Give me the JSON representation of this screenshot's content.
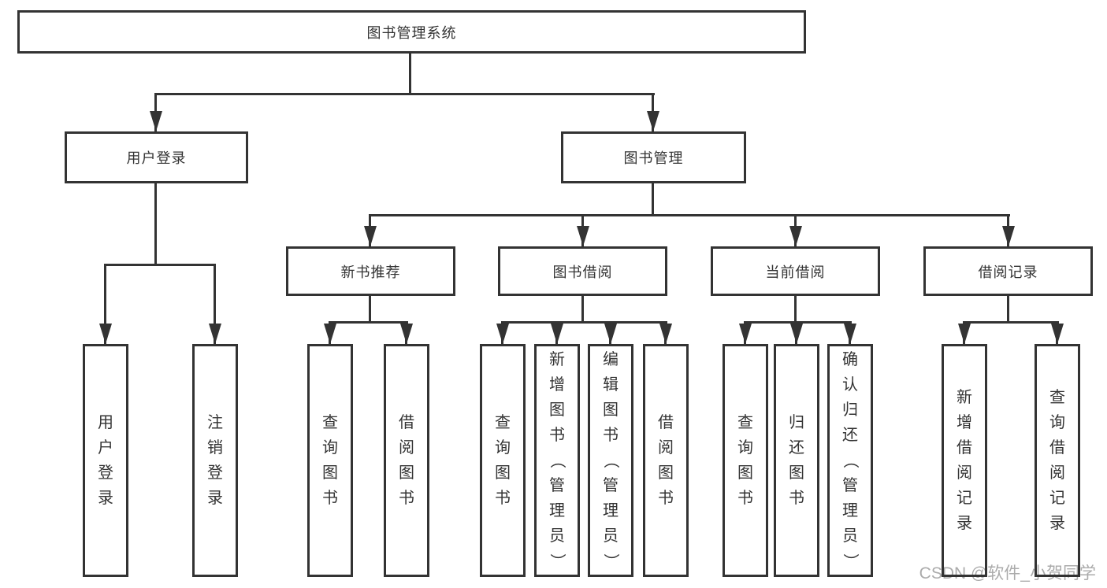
{
  "tree": {
    "root": {
      "label": "图书管理系统",
      "children": [
        {
          "label": "用户登录",
          "children": [
            {
              "label": "用户登录"
            },
            {
              "label": "注销登录"
            }
          ]
        },
        {
          "label": "图书管理",
          "children": [
            {
              "label": "新书推荐",
              "children": [
                {
                  "label": "查询图书"
                },
                {
                  "label": "借阅图书"
                }
              ]
            },
            {
              "label": "图书借阅",
              "children": [
                {
                  "label": "查询图书"
                },
                {
                  "label": "新增图书（管理员）"
                },
                {
                  "label": "编辑图书（管理员）"
                },
                {
                  "label": "借阅图书"
                }
              ]
            },
            {
              "label": "当前借阅",
              "children": [
                {
                  "label": "查询图书"
                },
                {
                  "label": "归还图书"
                },
                {
                  "label": "确认归还（管理员）"
                }
              ]
            },
            {
              "label": "借阅记录",
              "children": [
                {
                  "label": "新增借阅记录"
                },
                {
                  "label": "查询借阅记录"
                }
              ]
            }
          ]
        }
      ]
    }
  },
  "watermark": {
    "text": "CSDN @软件_小贺同学"
  },
  "colors": {
    "line": "#333333",
    "text": "#333333",
    "watermark": "#ababab",
    "background": "#ffffff"
  }
}
